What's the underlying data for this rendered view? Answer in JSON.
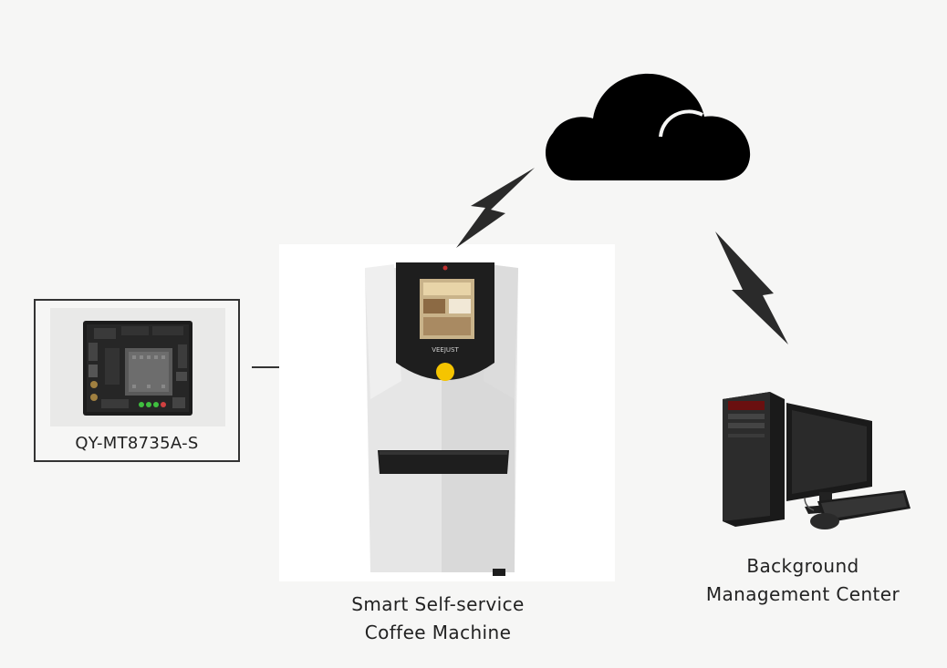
{
  "board": {
    "label": "QY-MT8735A-S",
    "icon": "circuit-board-icon"
  },
  "coffee_machine": {
    "label_line1": "Smart Self-service",
    "label_line2": "Coffee Machine",
    "brand": "VEEJUST",
    "icon": "coffee-machine-icon"
  },
  "cloud": {
    "icon": "cloud-icon"
  },
  "links": {
    "icon": "lightning-bolt-icon"
  },
  "management_center": {
    "label_line1": "Background",
    "label_line2": "Management Center",
    "icon": "desktop-computer-icon"
  },
  "colors": {
    "background": "#f6f6f5",
    "ink": "#000000",
    "machine_body": "#e8e8e8",
    "machine_panel": "#1e1e1e",
    "button": "#f5c400"
  }
}
